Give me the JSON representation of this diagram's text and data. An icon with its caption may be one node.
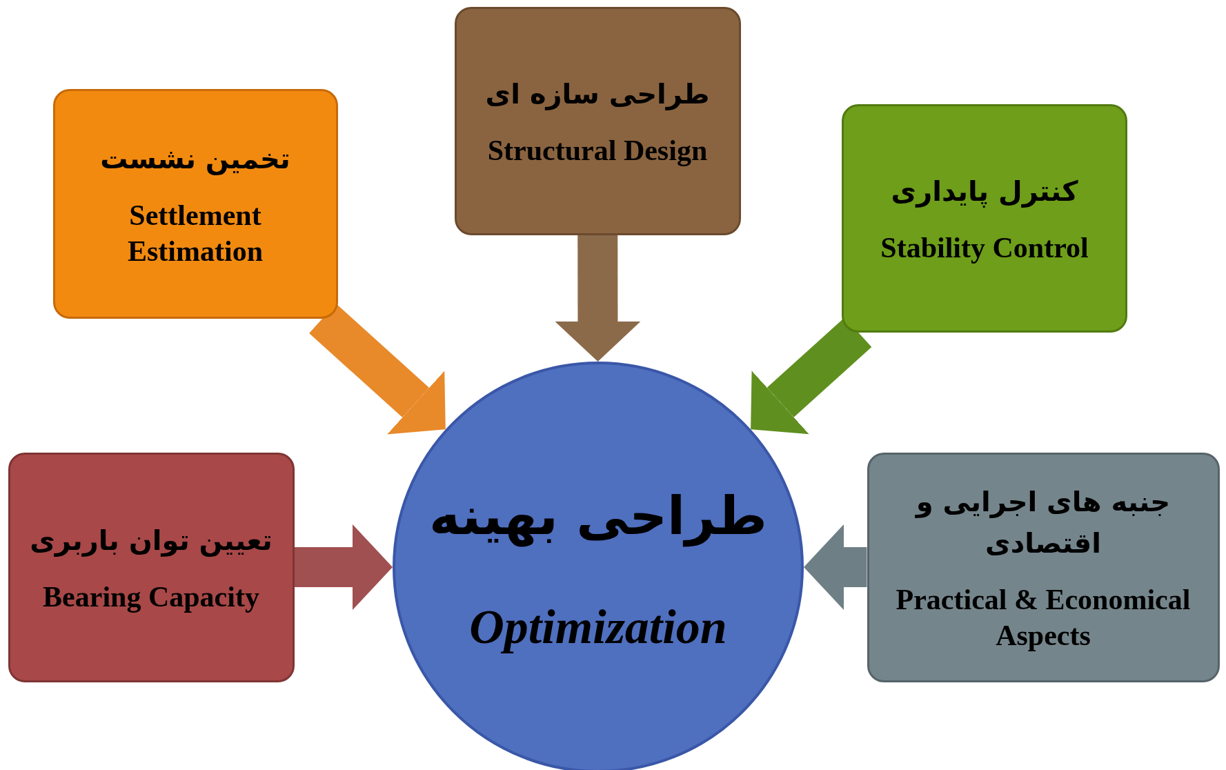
{
  "diagram": {
    "nodes": [
      {
        "text": [
          "تخمین نشست",
          "Settlement Estimation"
        ]
      },
      {
        "text": [
          "طراحی سازه ای",
          "Structural Design"
        ]
      },
      {
        "text": [
          "کنترل پایداری",
          "Stability Control"
        ]
      },
      {
        "text": [
          "تعیین توان باربری",
          "Bearing Capacity"
        ]
      },
      {
        "text": [
          "طراحی بهینه",
          "Optimization"
        ]
      },
      {
        "text": [
          "جنبه های اجرایی و اقتصادی",
          "Practical & Economical Aspects"
        ]
      }
    ],
    "edges": [
      {
        "from": 0,
        "to": 4,
        "arrow": "to",
        "color": "#e8892a"
      },
      {
        "from": 1,
        "to": 4,
        "arrow": "to",
        "color": "#8b6a4a"
      },
      {
        "from": 2,
        "to": 4,
        "arrow": "to",
        "color": "#5f8f1e"
      },
      {
        "from": 3,
        "to": 4,
        "arrow": "to",
        "color": "#a05050"
      },
      {
        "from": 5,
        "to": 4,
        "arrow": "to",
        "color": "#6f7f86"
      }
    ]
  }
}
